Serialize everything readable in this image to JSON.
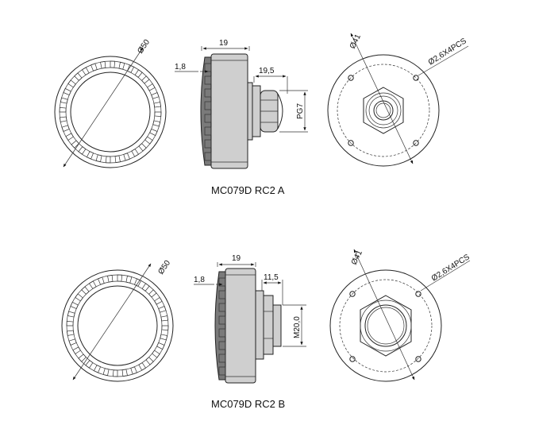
{
  "models": [
    {
      "caption": "MC079D RC2 A",
      "dims": {
        "outer_dia": "Ø50",
        "width": "19",
        "flange": "1,8",
        "gland_len": "19,5",
        "thread": "PG7",
        "inner_dia": "Ø41",
        "holes": "Ø2,6X4PCS"
      }
    },
    {
      "caption": "MC079D RC2 B",
      "dims": {
        "outer_dia": "Ø50",
        "width": "19",
        "flange": "1,8",
        "gland_len": "11,5",
        "thread": "M20,0",
        "inner_dia": "Ø41",
        "holes": "Ø2,6X4PCS"
      }
    }
  ]
}
